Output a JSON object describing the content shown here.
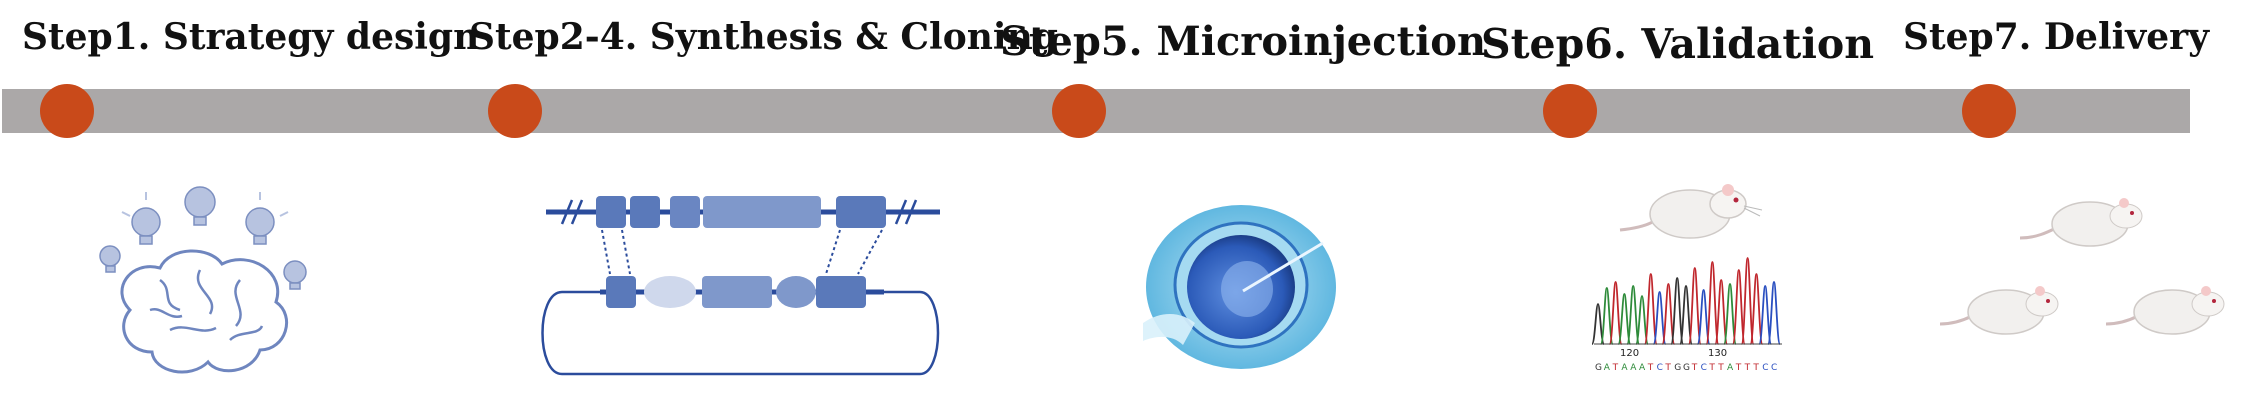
{
  "steps": [
    {
      "id": "strategy",
      "label": "Step1. Strategy design"
    },
    {
      "id": "synthesis",
      "label": "Step2-4. Synthesis &  Cloning"
    },
    {
      "id": "microinjection",
      "label": "Step5. Microinjection"
    },
    {
      "id": "validation",
      "label": "Step6. Validation"
    },
    {
      "id": "delivery",
      "label": "Step7. Delivery"
    }
  ],
  "chromatogram": {
    "ticks": [
      "120",
      "130"
    ],
    "sequence": [
      "G",
      "A",
      "T",
      "A",
      "A",
      "A",
      "T",
      "C",
      "T",
      "G",
      "G",
      "T",
      "C",
      "T",
      "T",
      "A",
      "T",
      "T",
      "T",
      "C",
      "C"
    ]
  },
  "colors": {
    "timeline_bar": "#aba8a8",
    "milestone": "#c94a1a",
    "gene_block": "#5a79ba",
    "base_A": "#2e8b3a",
    "base_C": "#2a4fc0",
    "base_G": "#333333",
    "base_T": "#c0272d"
  }
}
